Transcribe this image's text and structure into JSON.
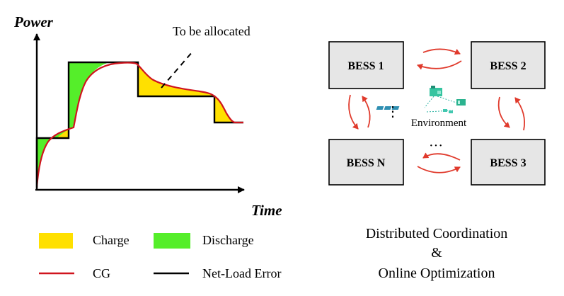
{
  "chart": {
    "y_axis_label": "Power",
    "x_axis_label": "Time",
    "callout": "To be allocated"
  },
  "legend": [
    {
      "label": "Charge",
      "kind": "fill",
      "color": "#ffe000"
    },
    {
      "label": "Discharge",
      "kind": "fill",
      "color": "#55ee2a"
    },
    {
      "label": "CG",
      "kind": "line",
      "color": "#d0141e"
    },
    {
      "label": "Net-Load Error",
      "kind": "line",
      "color": "#000000"
    }
  ],
  "nodes": {
    "bess1": "BESS 1",
    "bess2": "BESS 2",
    "bess3": "BESS 3",
    "bessn": "BESS N"
  },
  "environment_label": "Environment",
  "ellipsis_horizontal": "···",
  "ellipsis_vertical": "⋮",
  "footer": {
    "line1": "Distributed Coordination",
    "line2": "&",
    "line3": "Online Optimization"
  },
  "colors": {
    "arrow": "#e03a2c",
    "box_fill": "#e6e6e6",
    "env_icon": "#2bb3a3"
  }
}
